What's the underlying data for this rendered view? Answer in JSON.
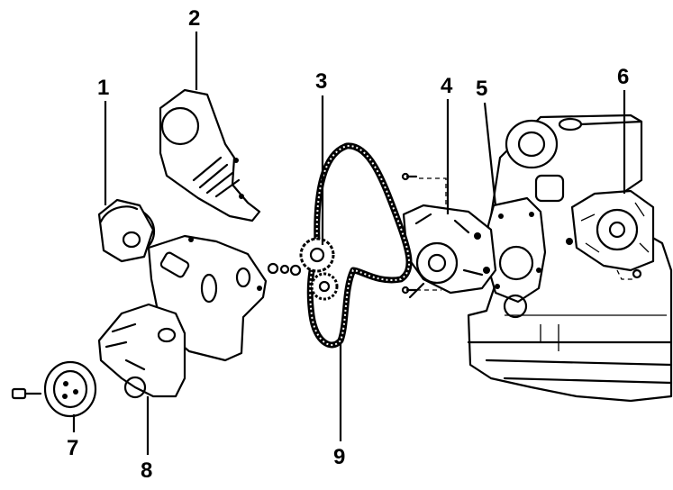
{
  "diagram": {
    "callouts": [
      {
        "label": "1",
        "part": "idler-pulley"
      },
      {
        "label": "2",
        "part": "upper-timing-cover"
      },
      {
        "label": "3",
        "part": "camshaft-sprocket"
      },
      {
        "label": "4",
        "part": "water-pump"
      },
      {
        "label": "5",
        "part": "gasket"
      },
      {
        "label": "6",
        "part": "engine-block"
      },
      {
        "label": "7",
        "part": "crankshaft-pulley"
      },
      {
        "label": "8",
        "part": "lower-timing-cover"
      },
      {
        "label": "9",
        "part": "timing-belt"
      }
    ],
    "colors": {
      "ink": "#000000",
      "paper": "#ffffff"
    }
  }
}
